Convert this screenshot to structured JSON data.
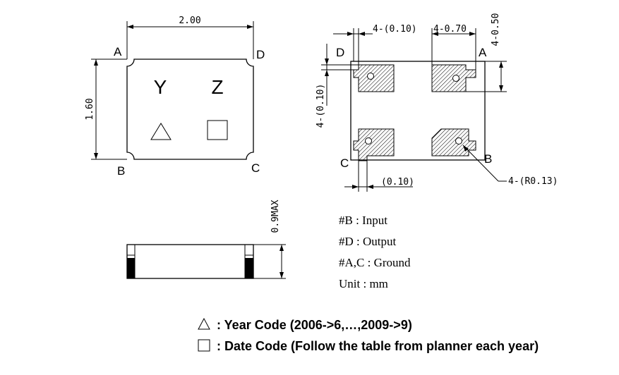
{
  "top_view": {
    "width_dim": "2.00",
    "height_dim": "1.60",
    "corners": {
      "a": "A",
      "b": "B",
      "c": "C",
      "d": "D"
    },
    "mark_y": "Y",
    "mark_z": "Z"
  },
  "bottom_view": {
    "pad_width_dim": "4-(0.10)",
    "pad_length_dim": "4-0.70",
    "pad_height_dim": "4-0.50",
    "side_dim": "4-(0.10)",
    "bottom_dim": "(0.10)",
    "radius_dim": "4-(R0.13)",
    "corners": {
      "a": "A",
      "b": "B",
      "c": "C",
      "d": "D"
    }
  },
  "side_view": {
    "height_dim": "0.9MAX"
  },
  "pins": {
    "b": "#B : Input",
    "d": "#D : Output",
    "ac": "#A,C : Ground",
    "unit": "Unit : mm"
  },
  "legend": {
    "year": ": Year Code (2006->6,…,2009->9)",
    "date": ": Date Code (Follow the table from planner each year)"
  }
}
